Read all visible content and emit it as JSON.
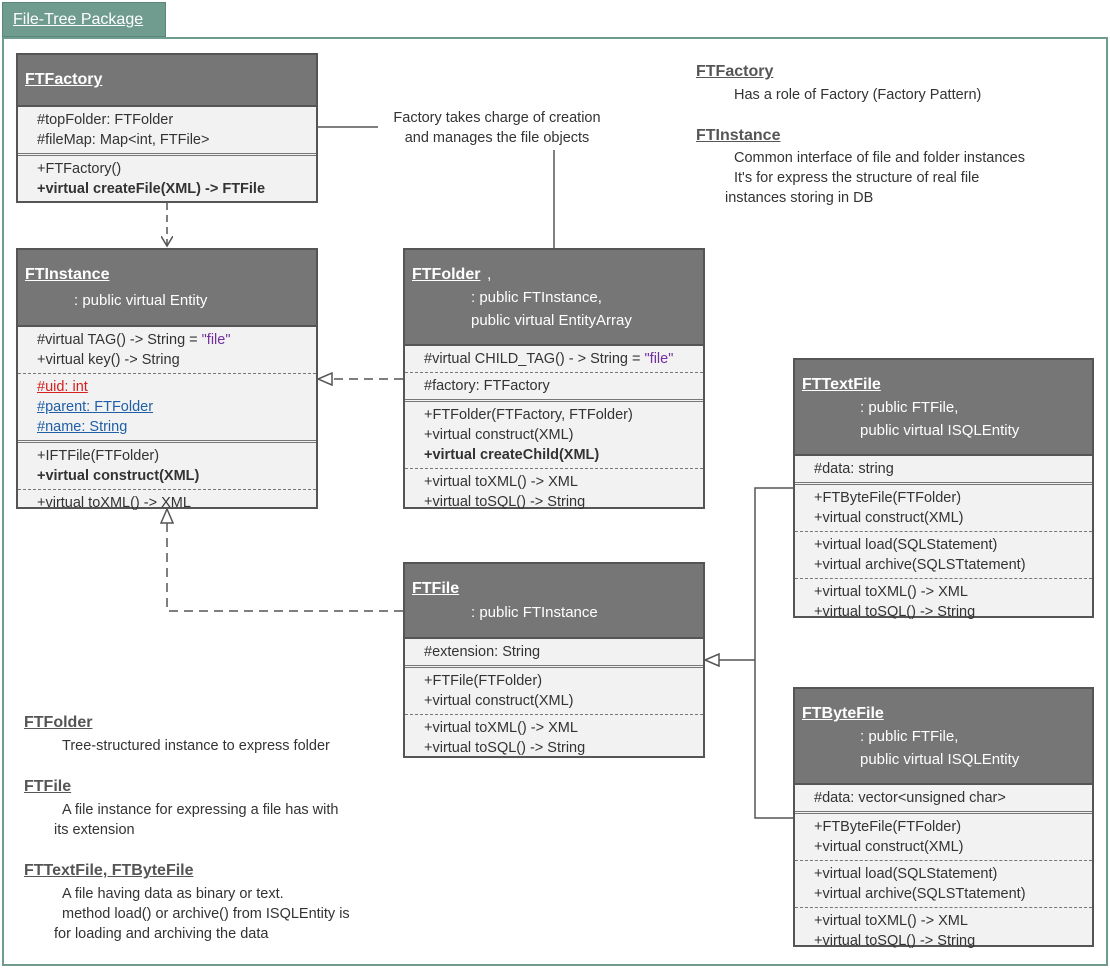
{
  "package": {
    "title": "File-Tree Package"
  },
  "classes": {
    "ftfactory": {
      "name": "FTFactory",
      "attributes": [
        "#topFolder: FTFolder",
        "#fileMap: Map<int, FTFile>"
      ],
      "methods": [
        "+FTFactory()",
        "+virtual createFile(XML) -> FTFile"
      ]
    },
    "ftinstance": {
      "name": "FTInstance",
      "stereo1": ": public virtual Entity",
      "tag_prefix": "#virtual TAG() -> String = ",
      "tag_value": "\"file\"",
      "key": "+virtual key() -> String",
      "uid": "#uid: int",
      "parent": "#parent: FTFolder",
      "nm": "#name: String",
      "ctor": "+IFTFile(FTFolder)",
      "construct": "+virtual construct(XML)",
      "toxml": "+virtual toXML() -> XML"
    },
    "ftfolder": {
      "name": "FTFolder",
      "name_suffix": ",",
      "stereo1": ": public FTInstance,",
      "stereo2": "public virtual EntityArray",
      "tag_prefix": "#virtual CHILD_TAG() - > String = ",
      "tag_value": "\"file\"",
      "factory": "#factory: FTFactory",
      "ctor": "+FTFolder(FTFactory, FTFolder)",
      "construct": "+virtual construct(XML)",
      "createchild": "+virtual createChild(XML)",
      "toxml": "+virtual toXML() -> XML",
      "tosql": "+virtual toSQL() -> String"
    },
    "ftfile": {
      "name": "FTFile",
      "stereo1": ": public FTInstance",
      "extension": "#extension: String",
      "ctor": "+FTFile(FTFolder)",
      "construct": "+virtual construct(XML)",
      "toxml": "+virtual toXML() -> XML",
      "tosql": "+virtual toSQL() -> String"
    },
    "fttextfile": {
      "name": "FTTextFile",
      "stereo1": ": public FTFile,",
      "stereo2": "public virtual ISQLEntity",
      "data": "#data: string",
      "ctor": "+FTByteFile(FTFolder)",
      "construct": "+virtual construct(XML)",
      "load": "+virtual load(SQLStatement)",
      "archive": "+virtual archive(SQLSTtatement)",
      "toxml": "+virtual toXML() -> XML",
      "tosql": "+virtual toSQL() -> String"
    },
    "ftbytefile": {
      "name": "FTByteFile",
      "stereo1": ": public FTFile,",
      "stereo2": "public virtual ISQLEntity",
      "data": "#data: vector<unsigned char>",
      "ctor": "+FTByteFile(FTFolder)",
      "construct": "+virtual construct(XML)",
      "load": "+virtual load(SQLStatement)",
      "archive": "+virtual archive(SQLSTtatement)",
      "toxml": "+virtual toXML() -> XML",
      "tosql": "+virtual toSQL() -> String"
    }
  },
  "callout": {
    "line1": "Factory takes charge of creation",
    "line2": "and manages the file objects"
  },
  "notes": {
    "factory": {
      "title": "FTFactory",
      "line1": "Has a role of Factory (Factory Pattern)"
    },
    "instance": {
      "title": "FTInstance",
      "line1": "Common interface of file and folder instances",
      "line2": "It's for express the structure of real file",
      "line3": "instances storing in DB"
    },
    "folder": {
      "title": "FTFolder",
      "line1": "Tree-structured instance to express folder"
    },
    "file": {
      "title": "FTFile",
      "line1": "A file instance for expressing a file has with",
      "line2": "its extension"
    },
    "textbyte": {
      "title": "FTTextFile, FTByteFile",
      "line1": "A file having data as binary or text.",
      "line2": "method load() or archive() from ISQLEntity is",
      "line3": "for loading and archiving the data"
    }
  },
  "colors": {
    "package": "#6f9c8f",
    "header": "#767676",
    "body": "#f2f2f2",
    "private": "#d42020",
    "link": "#1f5fa8",
    "string": "#7030a0"
  }
}
